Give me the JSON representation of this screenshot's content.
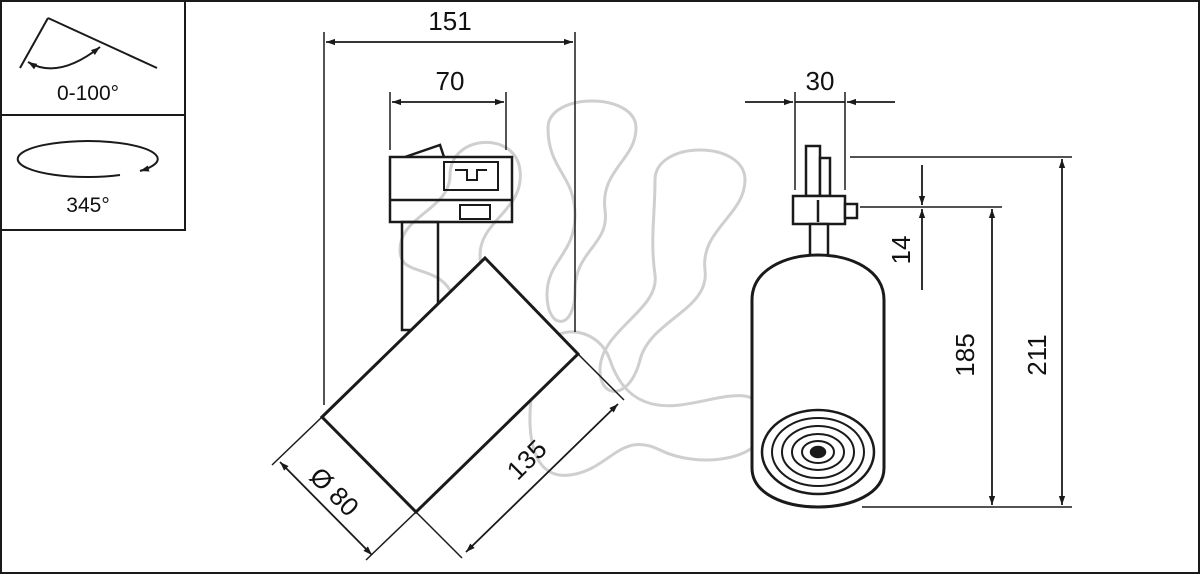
{
  "legend": {
    "tilt": {
      "label": "0-100°",
      "icon": "tilt-angle-icon"
    },
    "rotation": {
      "label": "345°",
      "icon": "rotation-angle-icon"
    }
  },
  "dimensions": {
    "overall_width": "151",
    "adapter_width": "70",
    "adapter_side_width": "30",
    "adapter_offset": "14",
    "body_length": "135",
    "body_diameter": "Ø 80",
    "height_below_adapter": "185",
    "overall_height": "211"
  },
  "colors": {
    "line": "#1a1a1a",
    "watermark": "#cfcfcf"
  }
}
